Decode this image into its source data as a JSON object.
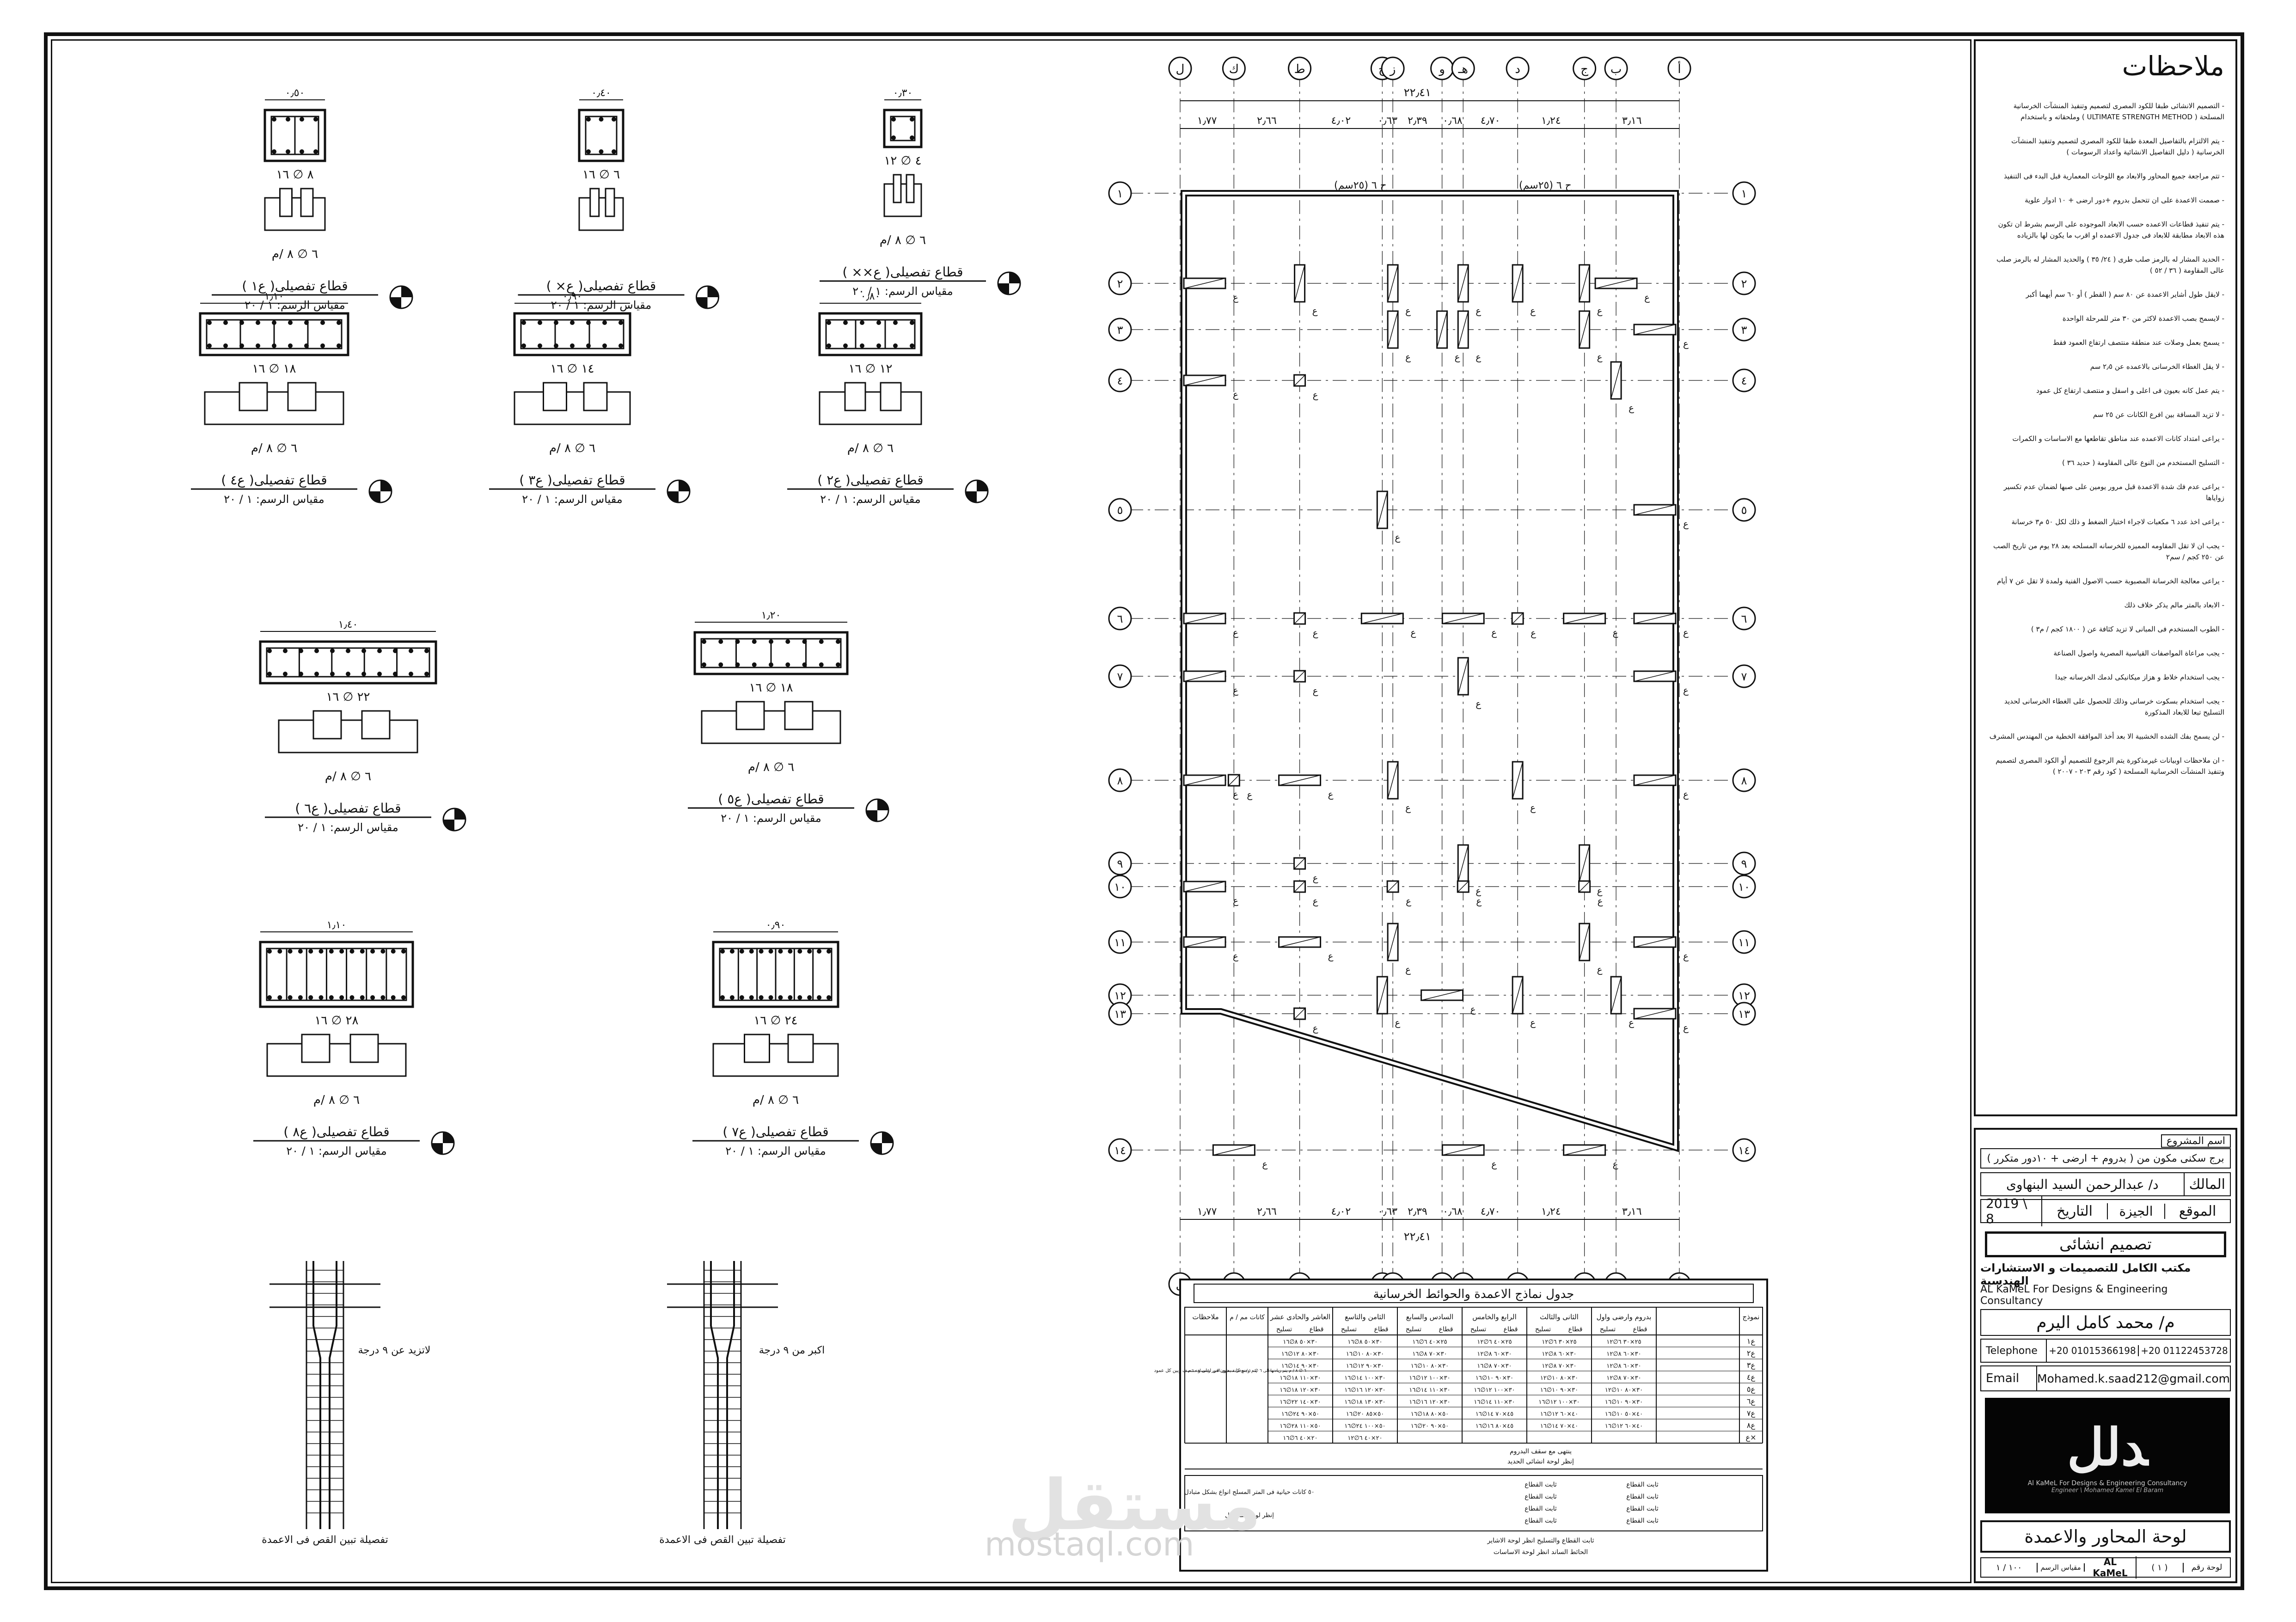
{
  "notes": {
    "title": "ملاحظات",
    "items": [
      "التصميم الانشائى طبقا للكود المصرى لتصميم وتنفيذ المنشآت الخرسانية المسلحة ( ULTIMATE STRENGTH METHOD ) وملحقاته و باستخدام",
      "يتم الالتزام بالتفاصيل المعدة طبقا للكود المصرى لتصميم وتنفيذ المنشآت الخرسانية ( دليل التفاصيل الانشائية واعداد الرسومات )",
      "تتم مراجعة جميع المحاور والابعاد مع اللوحات المعمارية قبل البدء فى التنفيذ",
      "صممت الاعمدة على ان تتحمل بدروم +دور ارضى + ١٠ ادوار علوية",
      "يتم تنفيذ قطاعات الاعمده حسب الابعاد الموجوده على الرسم بشرط ان تكون هذه الابعاد مطابقة للابعاد فى جدول الاعمده او اقرب ما يكون لها بالزياده",
      "الحديد المشار له بالرمز صلب طرى ( ٢٤/ ٣٥ ) والحديد المشار له بالرمز صلب عالى المقاومة ( ٣٦ / ٥٢ )",
      "لايقل طول أشاير الاعمدة عن ٨٠ سم ( القطر ) أو ٦٠ سم أيهما أكبر",
      "لايسمح بصب الاعمدة لاكثر من ٣٠ متر للمرحلة الواحدة",
      "يسمح بعمل وصلات عند منطقة منتصف ارتفاع العمود فقط",
      "لا يقل الغطاء الخرسانى بالاعمده عن ٢٫٥ سم",
      "يتم عمل كانه بعيون فى اعلى و اسفل و منتصف ارتفاع كل عمود",
      "لا تزيد المسافة بين افرع الكانات عن ٢٥ سم",
      "يراعى امتداد كانات الاعمده عند مناطق تقاطعها مع الاساسات و الكمرات",
      "التسليح المستخدم من النوع عالى المقاومة ( حديد ٣٦ )",
      "يراعى عدم فك شدة الاعمدة قبل مرور يومين على صبها لضمان عدم تكسير زواياها",
      "يراعى اخذ عدد ٦ مكعبات لاجراء اختبار الضغط و ذلك لكل ٥٠ م٣ خرسانة",
      "يجب ان لا تقل المقاومه المميزه للخرسانه المسلحه بعد ٢٨ يوم من تاريخ الصب عن ٢٥٠ كجم / سم٢",
      "يراعى معالجة الخرسانة المصبوبة حسب الاصول الفنية ولمدة لا تقل عن ٧ أيام",
      "الابعاد بالمتر مالم يذكر خلاف ذلك",
      "الطوب المستخدم فى المبانى لا تزيد كثافة عن ( ١٨٠٠ كجم / م٣ )",
      "يجب مراعاة المواصفات القياسية المصرية واصول الصناعة",
      "يجب استخدام خلاط و هزاز ميكانيكى لدمك الخرسانه جيدا",
      "يجب استخدام بسكوت خرسانى وذلك للحصول على الغطاء الخرسانى لحديد التسليح تبعا للابعاد المذكورة",
      "لن يسمح بفك الشده الخشبية الا بعد أخذ الموافقة الخطية من المهندس المشرف",
      "ان ملاحظات اوبيانات غيرمذكورة يتم الرجوع للتصميم أو الكود المصرى لتصميم وتنفيذ المنشآت الخرسانية المسلحة ( كود رقم ٢٠٣ - ٢٠٠٧ )"
    ]
  },
  "titleblock": {
    "project_label": "اسم المشروع",
    "project": "برج سكنى مكون من ( بدروم + ارضى + ١٠دور متكرر )",
    "owner_label": "المالك",
    "owner": "د/ عبدالرحمن السيد البنهاوى",
    "location_label": "الموقع",
    "location": "الجيزة",
    "date_label": "التاريخ",
    "date": "2019 \\ 8",
    "design_type": "تصميم انشائى",
    "office_ar": "مكتب الكامل للتصميمات و الاستشارات الهندسية",
    "office_en": "AL KaMeL For Designs & Engineering Consultancy",
    "engineer": "م/ محمد كامل اليرم",
    "telephone_label": "Telephone",
    "phone1": "+20 01015366198",
    "phone2": "+20 01122453728",
    "email_label": "Email",
    "email": "Mohamed.k.saad212@gmail.com",
    "logo_caption": "Al KaMeL For Designs & Engineering Consultancy",
    "logo_sub": "Engineer \\ Mohamed Kamel El Baram",
    "sheet_title": "لوحة المحاور والاعمدة",
    "sheet_no_label": "لوحة رقم",
    "sheet_no": "( ١ )",
    "scale_label": "مقياس الرسم",
    "scale": "١٠٠ / ١",
    "brand": "AL KaMeL"
  },
  "plan": {
    "axes_v": [
      "ل",
      "ك",
      "ط",
      "ح",
      "ز",
      "و",
      "هـ",
      "د",
      "ج",
      "ب",
      "أ"
    ],
    "axes_h": [
      "١",
      "٢",
      "٣",
      "٤",
      "٥",
      "٦",
      "٧",
      "٨",
      "٩",
      "١٠",
      "١١",
      "١٢",
      "١٣",
      "١٤"
    ],
    "dims_top": [
      "١٫٧٧",
      "٢٫٦٦",
      "٤٫٠٢",
      "٠٫٦٣",
      "٢٫٣٩",
      "٠٫٦٨",
      "٤٫٧٠",
      "١٫٢٤",
      "٣٫١٦"
    ],
    "total_top": "٢٢٫٤١",
    "wall_label": "ح ٦ (٢٥سم)",
    "column_label": "ع"
  },
  "sections": [
    {
      "title": "قطاع تفصيلى( ع١ )",
      "scale": "مقياس الرسم: ١ / ٢٠",
      "bars": "٨ ∅ ١٦",
      "stirrup": "٦ ∅ ٨ /م",
      "width": "٠٫٥٠"
    },
    {
      "title": "قطاع تفصيلى( ع× )",
      "scale": "مقياس الرسم: ١ / ٢٠",
      "bars": "٦ ∅ ١٦",
      "stirrup": "",
      "width": "٠٫٤٠"
    },
    {
      "title": "قطاع تفصيلى( ع×× )",
      "scale": "مقياس الرسم: ١ / ٢٠",
      "bars": "٤ ∅ ١٢",
      "stirrup": "٦ ∅ ٨ /م",
      "width": "٠٫٣٠"
    },
    {
      "title": "قطاع تفصيلى( ع٤ )",
      "scale": "مقياس الرسم: ١ / ٢٠",
      "bars": "١٨ ∅ ١٦",
      "stirrup": "٦ ∅ ٨ /م",
      "width": "١٫١٠"
    },
    {
      "title": "قطاع تفصيلى( ع٣ )",
      "scale": "مقياس الرسم: ١ / ٢٠",
      "bars": "١٤ ∅ ١٦",
      "stirrup": "٦ ∅ ٨ /م",
      "width": "٠٫٩٠"
    },
    {
      "title": "قطاع تفصيلى( ع٢ )",
      "scale": "مقياس الرسم: ١ / ٢٠",
      "bars": "١٢ ∅ ١٦",
      "stirrup": "٦ ∅ ٨ /م",
      "width": "٠٫٨٠"
    },
    {
      "title": "قطاع تفصيلى( ع٦ )",
      "scale": "مقياس الرسم: ١ / ٢٠",
      "bars": "٢٢ ∅ ١٦",
      "stirrup": "٦ ∅ ٨ /م",
      "width": "١٫٤٠"
    },
    {
      "title": "قطاع تفصيلى( ع٥ )",
      "scale": "مقياس الرسم: ١ / ٢٠",
      "bars": "١٨ ∅ ١٦",
      "stirrup": "٦ ∅ ٨ /م",
      "width": "١٫٢٠"
    },
    {
      "title": "قطاع تفصيلى( ع٨ )",
      "scale": "مقياس الرسم: ١ / ٢٠",
      "bars": "٢٨ ∅ ١٦",
      "stirrup": "٦ ∅ ٨ /م",
      "width": "١٫١٠"
    },
    {
      "title": "قطاع تفصيلى( ع٧ )",
      "scale": "مقياس الرسم: ١ / ٢٠",
      "bars": "٢٤ ∅ ١٦",
      "stirrup": "٦ ∅ ٨ /م",
      "width": "٠٫٩٠"
    }
  ],
  "splices": [
    {
      "caption": "تفصيلة تبين القص فى الاعمدة",
      "note": "لاتزيد عن ٩ درجة"
    },
    {
      "caption": "تفصيلة تبين القص فى الاعمدة",
      "note": "اكبر من ٩ درجة"
    }
  ],
  "table": {
    "title": "جدول نماذج الاعمدة والحوائط الخرسانية",
    "headers": [
      "ملاحظات",
      "كانات مم / م",
      "العاشر والحادى عشر",
      "الثامن والتاسع",
      "السادس والسابع",
      "الرابع والخامس",
      "الثانى والثالث",
      "بدروم وارضى واول",
      "نموذج"
    ],
    "sub_headers": [
      "تسليح",
      "قطاع"
    ],
    "notes_col": "يتم وضع كانة بعيون فى اعلى و منتصف وبين كل عمود",
    "stirrups_col": "٦ ∅ ٨ / م يتم زيادتها الى ٦ ∅ ١٠ / م فى مستوى الدور وبمسافة ١ م",
    "rows": [
      {
        "id": "ع١",
        "cells": [
          "٢٥×٣٠ ٦∅١٢",
          "٢٥×٣٠ ٦∅١٢",
          "٢٥×٤٠ ٦∅١٢",
          "٢٥×٤٠ ٦∅١٦",
          "٣٠×٥٠ ٨∅١٦",
          "٣٠×٥٠ ٨∅١٦"
        ]
      },
      {
        "id": "ع٢",
        "cells": [
          "٣٠×٦٠ ٨∅١٢",
          "٣٠×٦٠ ٨∅١٢",
          "٣٠×٦٠ ٨∅١٢",
          "٣٠×٧٠ ٨∅١٦",
          "٣٠×٨٠ ١٠∅١٦",
          "٣٠×٨٠ ١٢∅١٦"
        ]
      },
      {
        "id": "ع٣",
        "cells": [
          "٣٠×٦٠ ٨∅١٢",
          "٣٠×٧٠ ٨∅١٢",
          "٣٠×٧٠ ٨∅١٦",
          "٣٠×٨٠ ١٠∅١٦",
          "٣٠×٩٠ ١٢∅١٦",
          "٣٠×٩٠ ١٤∅١٦"
        ]
      },
      {
        "id": "ع٤",
        "cells": [
          "٣٠×٧٠ ٨∅١٢",
          "٣٠×٨٠ ١٠∅١٢",
          "٣٠×٩٠ ١٠∅١٦",
          "٣٠×١٠٠ ١٢∅١٦",
          "٣٠×١٠٠ ١٤∅١٦",
          "٣٠×١١٠ ١٨∅١٦"
        ]
      },
      {
        "id": "ع٥",
        "cells": [
          "٣٠×٨٠ ١٠∅١٢",
          "٣٠×٩٠ ١٠∅١٦",
          "٣٠×١٠٠ ١٢∅١٦",
          "٣٠×١١٠ ١٤∅١٦",
          "٣٠×١٢٠ ١٦∅١٦",
          "٣٠×١٢٠ ١٨∅١٦"
        ]
      },
      {
        "id": "ع٦",
        "cells": [
          "٣٠×٩٠ ١٠∅١٦",
          "٣٠×١٠٠ ١٢∅١٦",
          "٣٠×١١٠ ١٤∅١٦",
          "٣٠×١٢٠ ١٦∅١٦",
          "٣٠×١٣٠ ١٨∅١٦",
          "٣٠×١٤٠ ٢٢∅١٦"
        ]
      },
      {
        "id": "ع٧",
        "cells": [
          "٤٠×٥٠ ١٠∅١٦",
          "٤٠×٦٠ ١٢∅١٦",
          "٤٥×٧٠ ١٤∅١٦",
          "٥٠×٨٠ ١٨∅١٦",
          "٥٠×٨٥ ٢٠∅١٦",
          "٥٠×٩٠ ٢٤∅١٦"
        ]
      },
      {
        "id": "ع٨",
        "cells": [
          "٤٠×٦٠ ١٢∅١٦",
          "٤٠×٧٠ ١٤∅١٦",
          "٤٥×٨٠ ١٦∅١٦",
          "٥٠×٩٠ ٢٠∅١٦",
          "٥٠×١٠٠ ٢٤∅١٦",
          "٥٠×١١٠ ٢٨∅١٦"
        ]
      },
      {
        "id": "ع×",
        "cells": [
          "",
          "",
          "",
          "",
          "٢٠×٤٠ ٦∅١٢",
          "٢٠×٤٠ ٦∅١٦"
        ]
      }
    ],
    "footer1": "ينتهى مع سقف البدروم",
    "footer2": "إنظر لوحة انشائى الحديد",
    "lower_rows": [
      "ثابت القطاع",
      "ثابت القطاع",
      "ثابت القطاع",
      "ثابت القطاع"
    ],
    "lower_note": "٥٠ كانات حيانية فى المتر المسلح انواع بشكل متبادل",
    "lower_note2": "إنظر لوحة التفاصيل",
    "bottom1": "ثابت القطاع والتسليح انظر لوحة الاشاير",
    "bottom2": "الحائط الساند انظر لوحة الاساسات"
  },
  "watermark": {
    "ar": "مستقل",
    "en": "mostaql.com"
  }
}
